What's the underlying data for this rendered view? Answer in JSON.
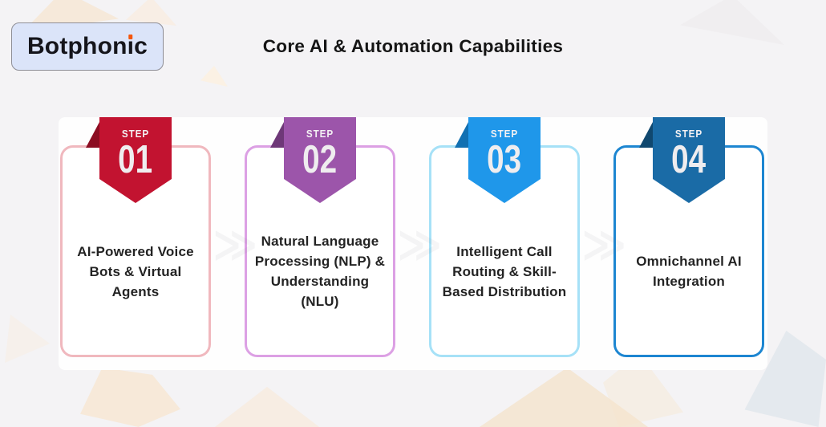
{
  "brand": {
    "name": "Botphonic",
    "dot_color": "#f4560d"
  },
  "header": {
    "title": "Core AI & Automation Capabilities"
  },
  "separator_glyph": "≫",
  "steps": [
    {
      "step_label": "STEP",
      "number": "01",
      "title": "AI-Powered Voice Bots & Virtual Agents",
      "main_color": "#c21330",
      "fold_color": "#8c0d22",
      "border_color": "#f0b8be"
    },
    {
      "step_label": "STEP",
      "number": "02",
      "title": "Natural Language Processing (NLP) & Understanding (NLU)",
      "main_color": "#9c55aa",
      "fold_color": "#6e3878",
      "border_color": "#dca0e4"
    },
    {
      "step_label": "STEP",
      "number": "03",
      "title": "Intelligent Call Routing & Skill-Based Distribution",
      "main_color": "#1f97ea",
      "fold_color": "#1170b2",
      "border_color": "#a6e1f7"
    },
    {
      "step_label": "STEP",
      "number": "04",
      "title": "Omnichannel AI Integration",
      "main_color": "#1a6ba6",
      "fold_color": "#10486f",
      "border_color": "#1d86d1"
    }
  ]
}
